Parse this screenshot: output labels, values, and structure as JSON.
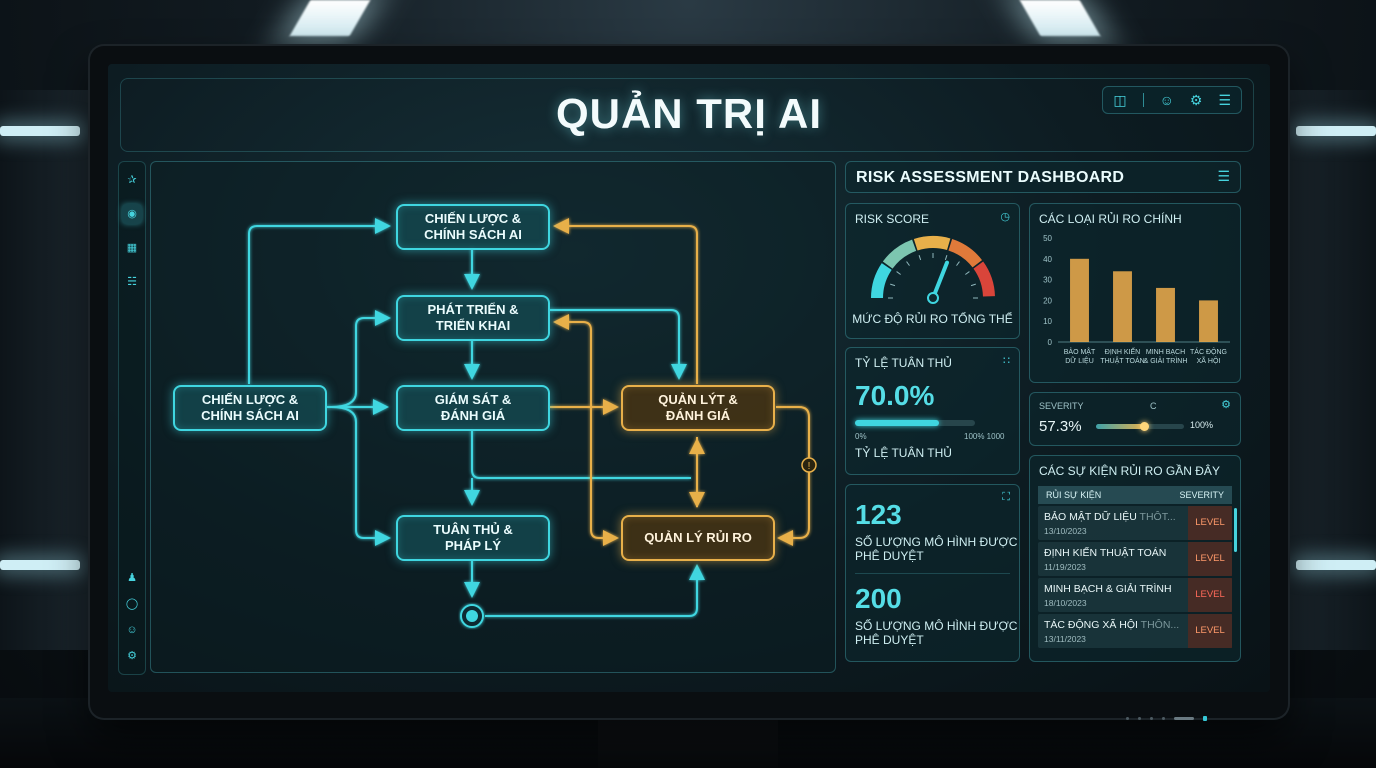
{
  "header": {
    "title": "QUẢN TRỊ AI"
  },
  "top_icons": [
    "tablet-icon",
    "user-icon",
    "gear-icon",
    "menu-icon"
  ],
  "sidebar_icons": [
    "home-icon",
    "camera-icon",
    "grid-icon",
    "org-chart-icon",
    "team-icon",
    "badge-icon",
    "user-icon",
    "gear-icon"
  ],
  "flowchart": {
    "nodes": {
      "strategy_top": "CHIẾN LƯỢC &\nCHÍNH SÁCH AI",
      "develop": "PHÁT TRIỂN &\nTRIỂN KHAI",
      "strategy_left": "CHIẾN LƯỢC &\nCHÍNH SÁCH AI",
      "monitor": "GIÁM SÁT &\nĐÁNH GIÁ",
      "manage_eval": "QUẢN LÝT &\nĐÁNH GIÁ",
      "compliance": "TUÂN THỦ &\nPHÁP LÝ",
      "risk_mgmt": "QUẢN LÝ RỦI RO"
    }
  },
  "dashboard": {
    "title": "RISK ASSESSMENT DASHBOARD",
    "risk_score": {
      "title": "RISK SCORE",
      "label": "MỨC ĐỘ RỦI RO TỔNG THỂ",
      "needle_fraction": 0.62
    },
    "compliance": {
      "title": "TỶ LỆ TUÂN THỦ",
      "value": "70.0%",
      "fraction": 0.7,
      "min_label": "0%",
      "max_label": "100% 1000",
      "label": "TỶ LỆ TUÂN THỦ"
    },
    "models": [
      {
        "value": "123",
        "label": "SỐ LƯỢNG MÔ HÌNH ĐƯỢC\nPHÊ DUYỆT"
      },
      {
        "value": "200",
        "label": "SỐ LƯỢNG MÔ HÌNH ĐƯỢC\nPHÊ DUYỆT"
      }
    ],
    "severity": {
      "title": "SEVERITY",
      "subtitle": "C",
      "value": "57.3%",
      "fraction": 0.573,
      "max_label": "100%"
    },
    "events": {
      "title": "CÁC SỰ KIỆN RỦI RO GẦN ĐÂY",
      "col_event": "RỦI SỰ KIỆN",
      "col_severity": "SEVERITY",
      "rows": [
        {
          "name": "BẢO MẬT DỮ LIỆU",
          "suffix": "THÔT...",
          "date": "13/10/2023",
          "level": "LEVEL"
        },
        {
          "name": "ĐỊNH KIẾN THUẬT TOÁN",
          "suffix": "",
          "date": "11/19/2023",
          "level": "LEVEL"
        },
        {
          "name": "MINH BẠCH & GIẢI TRÌNH",
          "suffix": "",
          "date": "18/10/2023",
          "level": "LEVEL"
        },
        {
          "name": "TÁC ĐỘNG XÃ HỘI",
          "suffix": "THÔN...",
          "date": "13/11/2023",
          "level": "LEVEL"
        }
      ]
    }
  },
  "chart_data": {
    "type": "bar",
    "title": "CÁC LOẠI RỦI RO CHÍNH",
    "categories": [
      "BẢO MẬT\nDỮ LIỆU",
      "ĐỊNH KIẾN\nTHUẬT TOÁN",
      "MINH BẠCH\n& GIẢI TRÌNH",
      "TÁC ĐỘNG\nXÃ HỘI"
    ],
    "values": [
      40,
      34,
      26,
      20
    ],
    "yticks": [
      0,
      10,
      20,
      30,
      40,
      50
    ],
    "ylim": [
      0,
      50
    ],
    "xlabel": "",
    "ylabel": "",
    "bar_color": "#e3a64a",
    "grid": false
  },
  "colors": {
    "accent": "#3fd6e0",
    "gold": "#e8b04a"
  }
}
